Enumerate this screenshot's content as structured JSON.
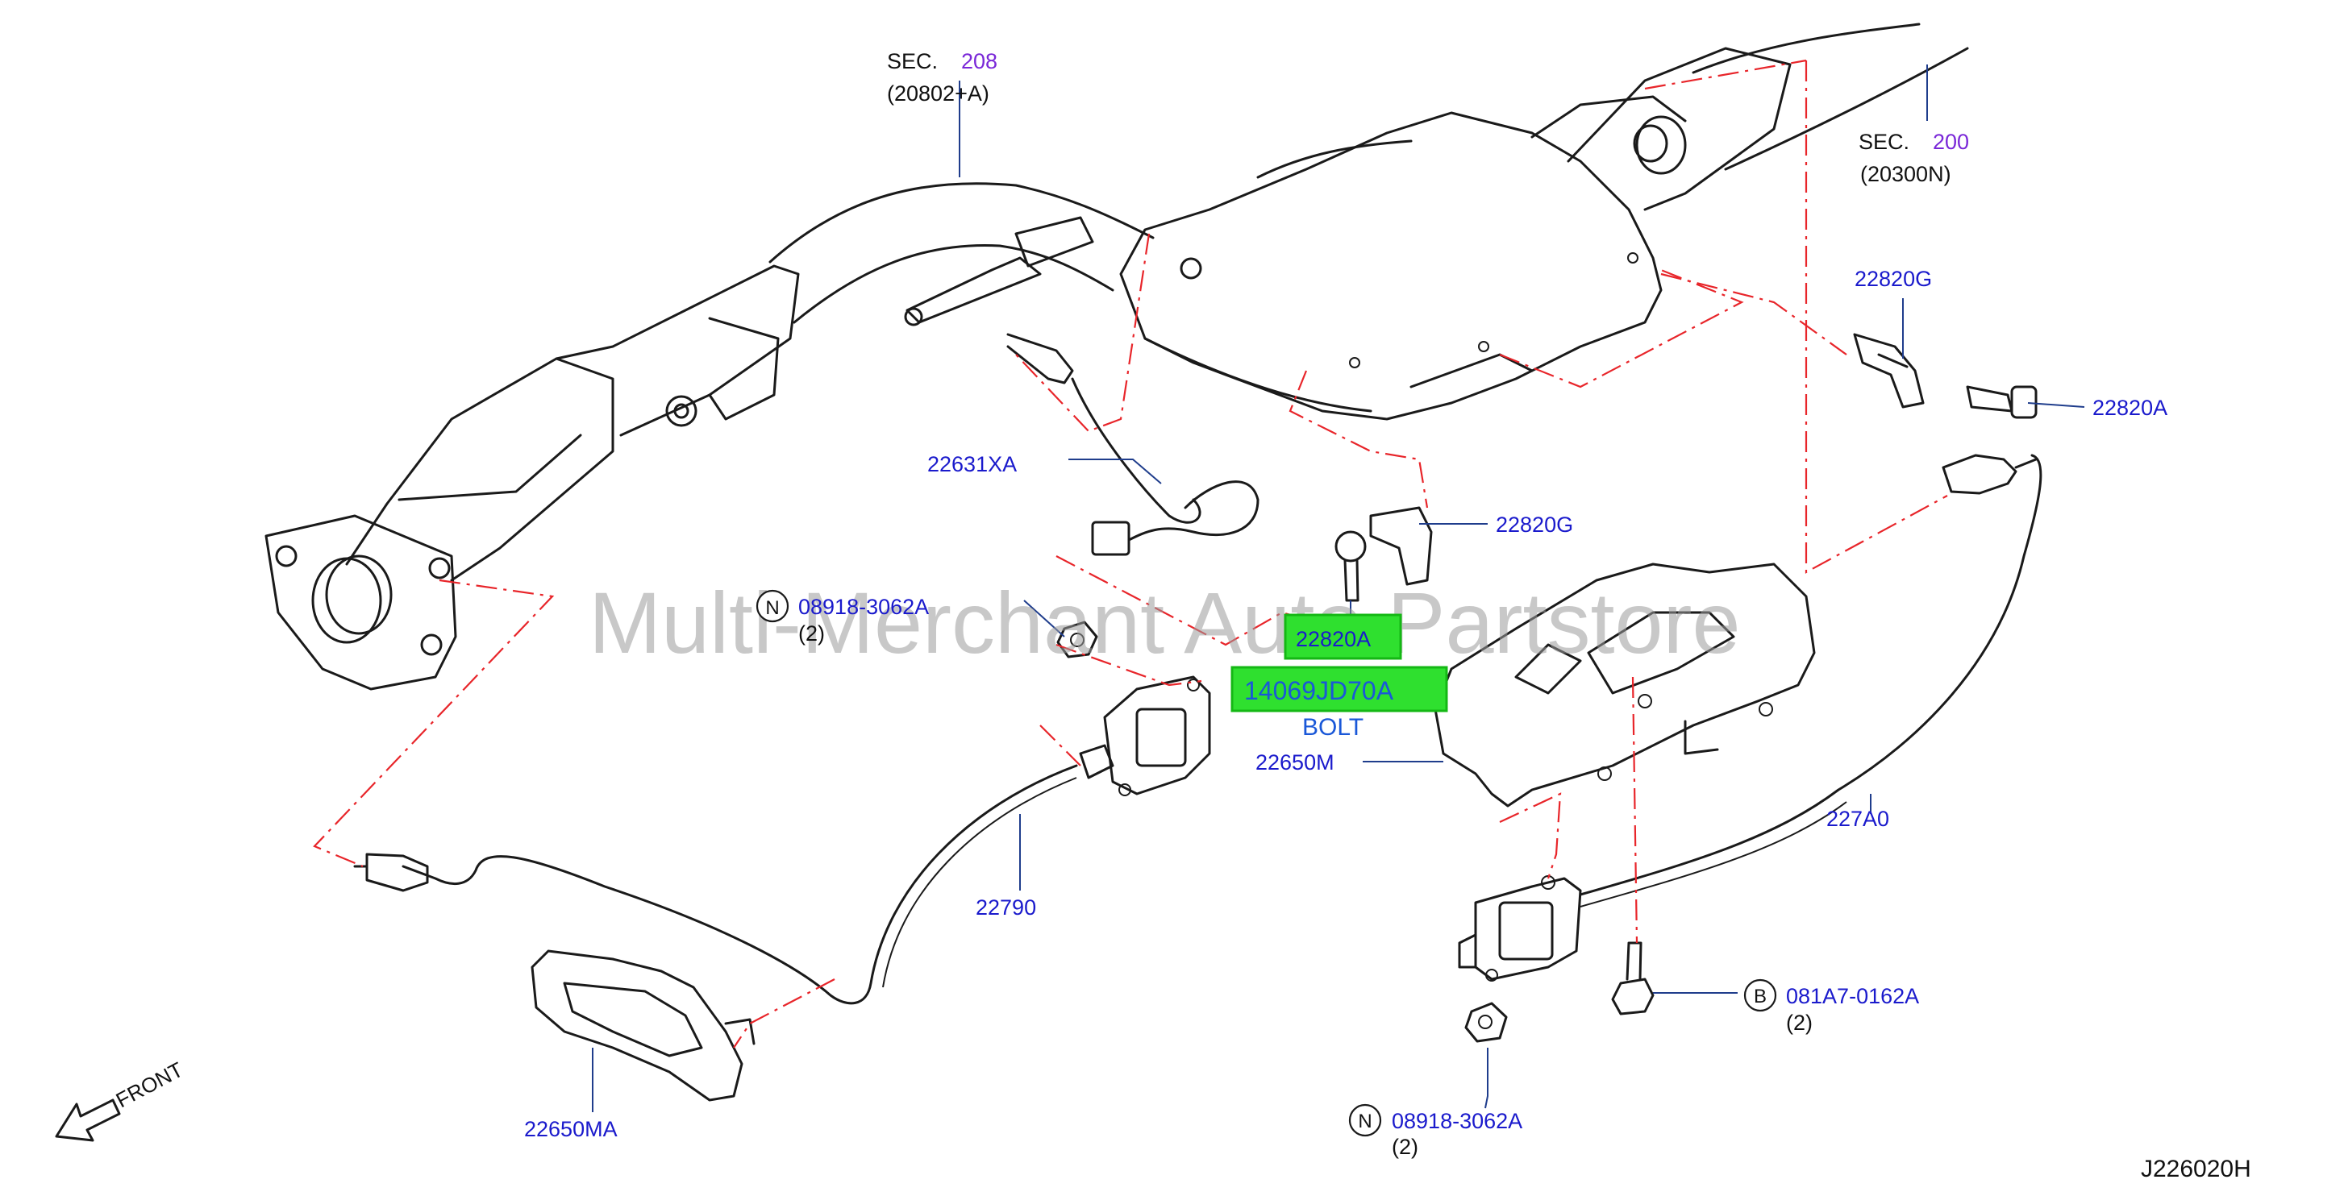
{
  "labels": {
    "sec_208_prefix": "SEC.",
    "sec_208_num": "208",
    "sec_208_sub": "(20802+A)",
    "sec_200_prefix": "SEC.",
    "sec_200_num": "200",
    "sec_200_sub": "(20300N)",
    "p22820g_top": "22820G",
    "p22820a_right": "22820A",
    "p22631xa": "22631XA",
    "p22820g_mid": "22820G",
    "nut_top_circle": "N",
    "nut_top_part": "08918-3062A",
    "nut_top_qty": "(2)",
    "p22820a_mid": "22820A",
    "highlight_part": "14069JD70A",
    "highlight_desc": "BOLT",
    "p22650m": "22650M",
    "p227a0": "227A0",
    "p22790": "22790",
    "bolt_circle": "B",
    "bolt_part": "081A7-0162A",
    "bolt_qty": "(2)",
    "p22650ma": "22650MA",
    "nut_bottom_circle": "N",
    "nut_bottom_part": "08918-3062A",
    "nut_bottom_qty": "(2)",
    "front_label": "FRONT",
    "diagram_code": "J226020H"
  },
  "watermark": "Multi-Merchant Auto Partstore",
  "colors": {
    "part_number": "#1a1acc",
    "section_number": "#7a28d8",
    "highlight": "#2fe02f",
    "phantom_line": "#e8252a",
    "leader": "#1f3d8c"
  }
}
